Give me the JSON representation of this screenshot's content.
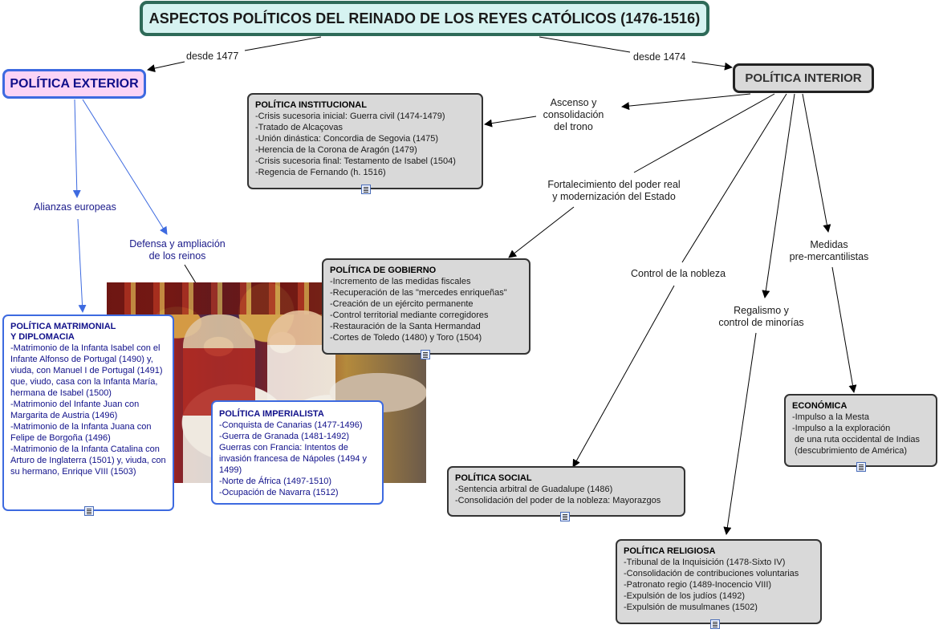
{
  "title": "ASPECTOS POLÍTICOS DEL REINADO DE LOS REYES CATÓLICOS (1476-1516)",
  "branches": {
    "exterior": {
      "label": "POLÍTICA EXTERIOR",
      "link_label": "desde 1477"
    },
    "interior": {
      "label": "POLÍTICA INTERIOR",
      "link_label": "desde 1474"
    }
  },
  "link_labels": {
    "alianzas": "Alianzas europeas",
    "defensa": [
      "Defensa y ampliación",
      "de los reinos"
    ],
    "ascenso": [
      "Ascenso y",
      "consolidación",
      "del trono"
    ],
    "fortalecimiento": [
      "Fortalecimiento del poder real",
      "y modernización del Estado"
    ],
    "nobleza": "Control de la nobleza",
    "regalismo": [
      "Regalismo y",
      "control de minorías"
    ],
    "medidas": [
      "Medidas",
      "pre-mercantilistas"
    ]
  },
  "boxes": {
    "institucional": {
      "title": "POLÍTICA INSTITUCIONAL",
      "items": [
        "-Crisis sucesoria inicial: Guerra civil (1474-1479)",
        "-Tratado de Alcaçovas",
        "-Unión dinástica: Concordia de Segovia (1475)",
        "-Herencia de la Corona de Aragón (1479)",
        "-Crisis sucesoria final: Testamento de Isabel (1504)",
        "-Regencia de Fernando (h. 1516)"
      ]
    },
    "gobierno": {
      "title": "POLÍTICA DE GOBIERNO",
      "items": [
        "-Incremento de las medidas fiscales",
        "-Recuperación de las \"mercedes enriqueñas\"",
        "-Creación de un ejército permanente",
        "-Control territorial mediante corregidores",
        "-Restauración de la Santa Hermandad",
        "-Cortes de Toledo (1480) y Toro (1504)"
      ]
    },
    "matrimonial": {
      "title": "POLÍTICA MATRIMONIAL Y DIPLOMACIA",
      "items": [
        "-Matrimonio de la Infanta Isabel con el Infante Alfonso de Portugal (1490) y, viuda, con Manuel I de Portugal (1491)  que, viudo, casa con la Infanta María, hermana de Isabel (1500)",
        "-Matrimonio del Infante Juan con Margarita de Austria (1496)",
        "-Matrimonio de la Infanta Juana con Felipe de Borgoña (1496)",
        "-Matrimonio de la Infanta Catalina con Arturo de Inglaterra (1501) y, viuda, con su hermano, Enrique VIII (1503)"
      ]
    },
    "imperialista": {
      "title": "POLÍTICA IMPERIALISTA",
      "items": [
        "-Conquista de Canarias (1477-1496)",
        "-Guerra de Granada (1481-1492)",
        "Guerras con Francia: Intentos de invasión francesa de Nápoles (1494 y 1499)",
        "-Norte de África (1497-1510)",
        "-Ocupación de Navarra (1512)"
      ]
    },
    "social": {
      "title": "POLÍTICA SOCIAL",
      "items": [
        "-Sentencia arbitral de Guadalupe (1486)",
        "-Consolidación del poder de la nobleza: Mayorazgos"
      ]
    },
    "economica": {
      "title": "ECONÓMICA",
      "items": [
        "-Impulso a la Mesta",
        "-Impulso a la exploración",
        " de una ruta occidental de Indias",
        " (descubrimiento de América)"
      ]
    },
    "religiosa": {
      "title": "POLÍTICA RELIGIOSA",
      "items": [
        "-Tribunal de la Inquisición (1478-Sixto IV)",
        "-Consolidación de contribuciones voluntarias",
        "-Patronato regio (1489-Inocencio VIII)",
        "-Expulsión de los judíos (1492)",
        "-Expulsión de musulmanes (1502)"
      ]
    }
  }
}
